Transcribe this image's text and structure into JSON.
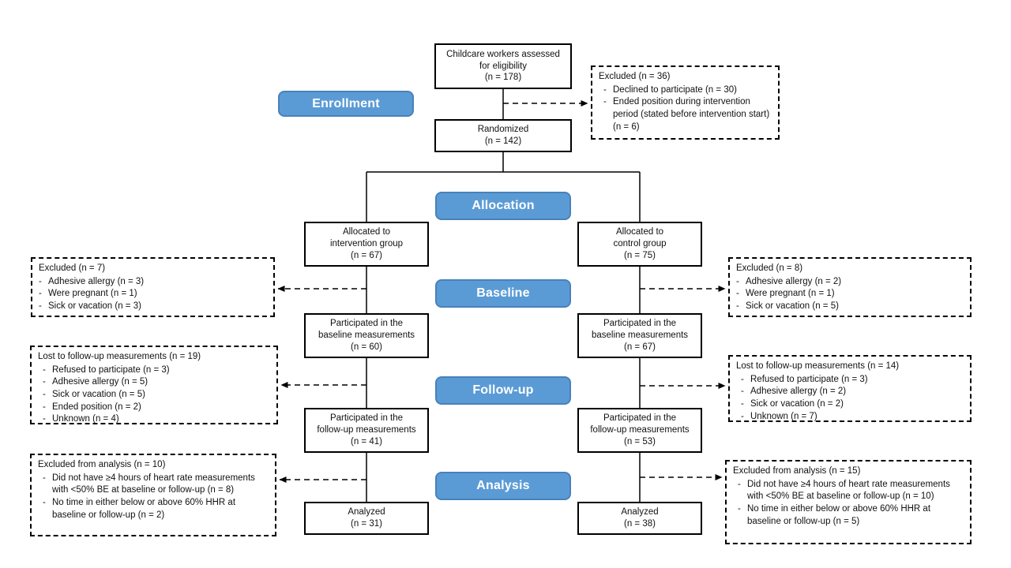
{
  "colors": {
    "accent_fill": "#5B9BD5",
    "accent_border": "#4981BA",
    "line_color": "#000000"
  },
  "stages": {
    "enrollment": "Enrollment",
    "allocation": "Allocation",
    "baseline": "Baseline",
    "followup": "Follow-up",
    "analysis": "Analysis"
  },
  "bullet": "-",
  "boxes": {
    "eligibility": "Childcare workers assessed\nfor eligibility\n(n = 178)",
    "randomized": "Randomized\n(n = 142)",
    "alloc_intervention": "Allocated to\nintervention group\n(n = 67)",
    "alloc_control": "Allocated to\ncontrol group\n(n = 75)",
    "baseline_intervention": "Participated in the\nbaseline measurements\n(n = 60)",
    "baseline_control": "Participated in the\nbaseline measurements\n(n = 67)",
    "followup_intervention": "Participated in the\nfollow-up measurements\n(n = 41)",
    "followup_control": "Participated in the\nfollow-up measurements\n(n = 53)",
    "analyzed_intervention": "Analyzed\n(n = 31)",
    "analyzed_control": "Analyzed\n(n = 38)"
  },
  "side_boxes": {
    "excluded_enrollment": {
      "title": "Excluded (n = 36)",
      "items": [
        "Declined to participate (n = 30)",
        "Ended position during intervention period (stated before intervention start) (n = 6)"
      ]
    },
    "excluded_baseline_left": {
      "title": "Excluded (n = 7)",
      "items": [
        "Adhesive allergy (n = 3)",
        "Were pregnant (n = 1)",
        "Sick or vacation (n = 3)"
      ]
    },
    "excluded_baseline_right": {
      "title": "Excluded (n = 8)",
      "items": [
        "Adhesive allergy (n = 2)",
        "Were pregnant (n = 1)",
        "Sick or vacation (n = 5)"
      ]
    },
    "lost_followup_left": {
      "title": "Lost to follow-up measurements (n = 19)",
      "items": [
        "Refused to participate (n = 3)",
        "Adhesive allergy (n = 5)",
        "Sick or vacation (n = 5)",
        "Ended position (n = 2)",
        "Unknown (n = 4)"
      ]
    },
    "lost_followup_right": {
      "title": "Lost to follow-up measurements (n = 14)",
      "items": [
        "Refused to participate (n = 3)",
        "Adhesive allergy (n = 2)",
        "Sick or vacation (n = 2)",
        "Unknown (n = 7)"
      ]
    },
    "excluded_analysis_left": {
      "title": "Excluded from analysis (n = 10)",
      "items": [
        "Did not have ≥4 hours of heart rate measurements with <50% BE at baseline or follow-up (n = 8)",
        "No time in either below or above 60% HHR at baseline or follow-up (n = 2)"
      ]
    },
    "excluded_analysis_right": {
      "title": "Excluded from analysis (n = 15)",
      "items": [
        "Did not have ≥4 hours of heart rate measurements with <50% BE at baseline or follow-up (n = 10)",
        "No time in either below or above 60% HHR at baseline or follow-up (n = 5)"
      ]
    }
  }
}
